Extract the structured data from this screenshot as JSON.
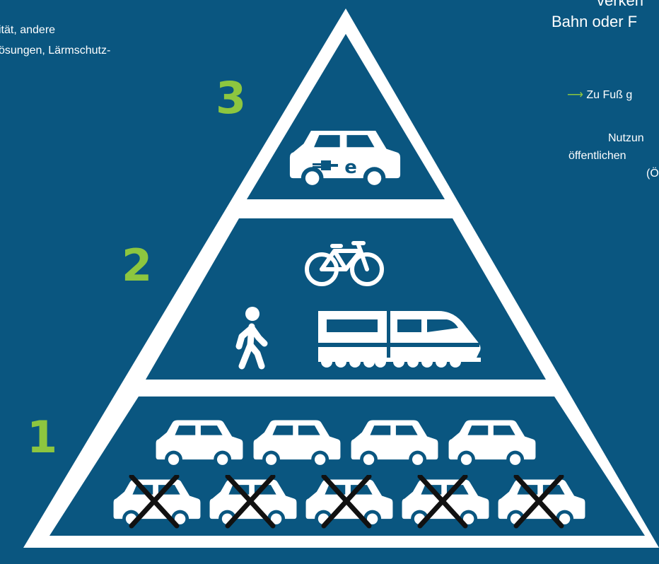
{
  "left_text": {
    "line1": "ität, andere",
    "line2": "ösungen, Lärmschutz-"
  },
  "right_text": {
    "line1": "verkeh",
    "line2": "Bahn oder F",
    "link_arrow": "⟶",
    "link_text_plain": "Zu Fuß ",
    "link_text_underlined": "g",
    "line4": "Nutzun",
    "line5": "öffentlichen",
    "line6": "(Ö"
  },
  "levels": {
    "level1": "1",
    "level2": "2",
    "level3": "3"
  },
  "icons": {
    "tier3": [
      "electric-car-icon"
    ],
    "tier2": [
      "bicycle-icon",
      "pedestrian-icon",
      "train-icon"
    ],
    "tier1_top": [
      "car-icon",
      "car-icon",
      "car-icon",
      "car-icon"
    ],
    "tier1_bottom": [
      "crossed-car-icon",
      "crossed-car-icon",
      "crossed-car-icon",
      "crossed-car-icon",
      "crossed-car-icon"
    ]
  },
  "ecar_badge": "e",
  "colors": {
    "background": "#0a5680",
    "accent_green": "#8dc63f",
    "white": "#ffffff",
    "cross": "#111111"
  }
}
